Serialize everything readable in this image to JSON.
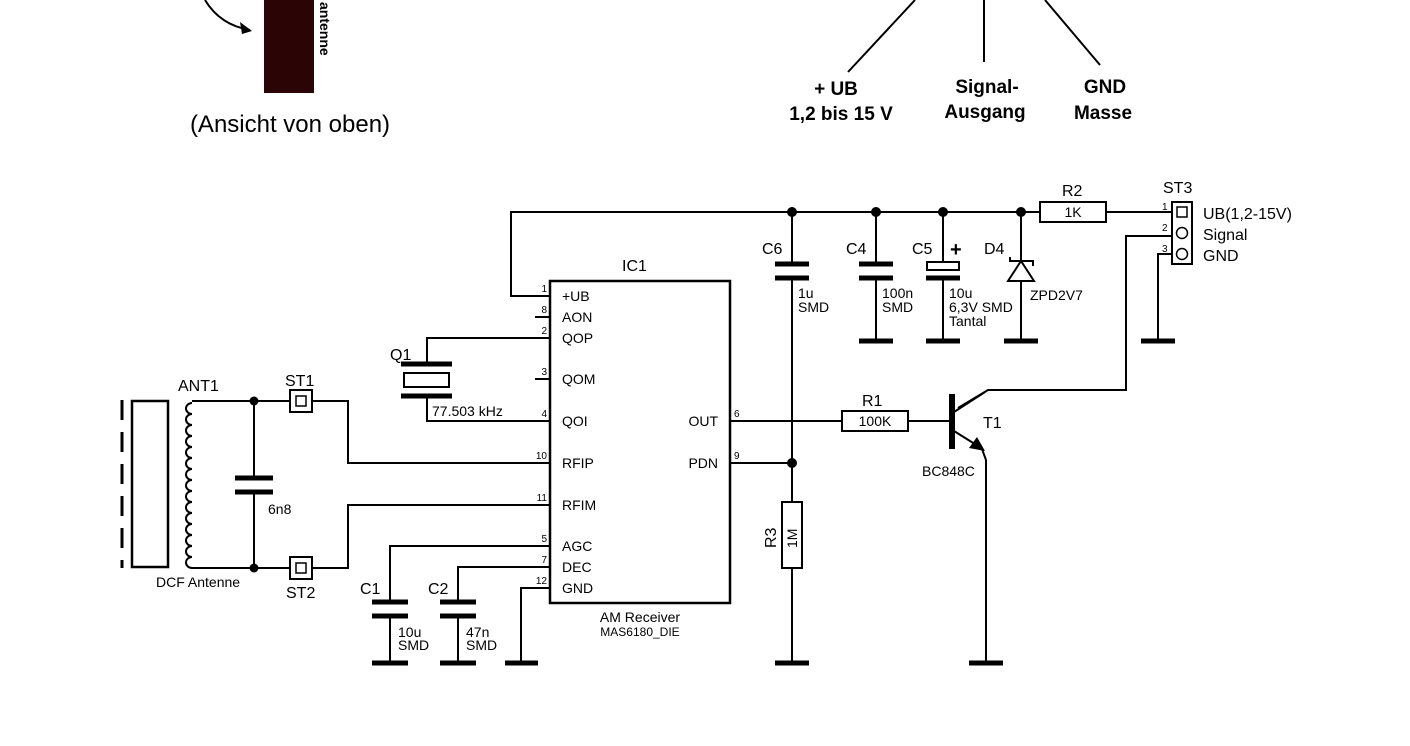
{
  "top": {
    "antenna_text": "antenne",
    "view_caption": "(Ansicht von oben)",
    "ub_label": "+ UB",
    "ub_range": "1,2 bis 15 V",
    "signal_label_1": "Signal-",
    "signal_label_2": "Ausgang",
    "gnd_label": "GND",
    "gnd_sub": "Masse"
  },
  "ic": {
    "ref": "IC1",
    "caption_1": "AM Receiver",
    "caption_2": "MAS6180_DIE",
    "left_pins": [
      {
        "num": "1",
        "name": "+UB"
      },
      {
        "num": "8",
        "name": "AON"
      },
      {
        "num": "2",
        "name": "QOP"
      },
      {
        "num": "3",
        "name": "QOM"
      },
      {
        "num": "4",
        "name": "QOI"
      },
      {
        "num": "10",
        "name": "RFIP"
      },
      {
        "num": "11",
        "name": "RFIM"
      },
      {
        "num": "5",
        "name": "AGC"
      },
      {
        "num": "7",
        "name": "DEC"
      },
      {
        "num": "12",
        "name": "GND"
      }
    ],
    "right_pins": [
      {
        "num": "6",
        "name": "OUT"
      },
      {
        "num": "9",
        "name": "PDN"
      }
    ]
  },
  "antenna": {
    "ref": "ANT1",
    "caption": "DCF Antenne",
    "cap_value": "6n8"
  },
  "connectors": {
    "st1": "ST1",
    "st2": "ST2",
    "st3": "ST3"
  },
  "st3_pins": [
    {
      "num": "1",
      "label": "UB(1,2-15V)"
    },
    {
      "num": "2",
      "label": "Signal"
    },
    {
      "num": "3",
      "label": "GND"
    }
  ],
  "crystal": {
    "ref": "Q1",
    "value": "77.503 kHz"
  },
  "c1": {
    "ref": "C1",
    "value": "10u",
    "pkg": "SMD"
  },
  "c2": {
    "ref": "C2",
    "value": "47n",
    "pkg": "SMD"
  },
  "c4": {
    "ref": "C4",
    "value": "100n",
    "pkg": "SMD"
  },
  "c5": {
    "ref": "C5",
    "polarity": "+",
    "value": "10u",
    "pkg": "6,3V SMD",
    "type": "Tantal"
  },
  "c6": {
    "ref": "C6",
    "value": "1u",
    "pkg": "SMD"
  },
  "d4": {
    "ref": "D4",
    "value": "ZPD2V7"
  },
  "r1": {
    "ref": "R1",
    "value": "100K"
  },
  "r2": {
    "ref": "R2",
    "value": "1K"
  },
  "r3": {
    "ref": "R3",
    "value": "1M"
  },
  "t1": {
    "ref": "T1",
    "value": "BC848C"
  },
  "colors": {
    "ink": "#000000",
    "antenna_body": "#2b0505",
    "background": "#ffffff"
  }
}
